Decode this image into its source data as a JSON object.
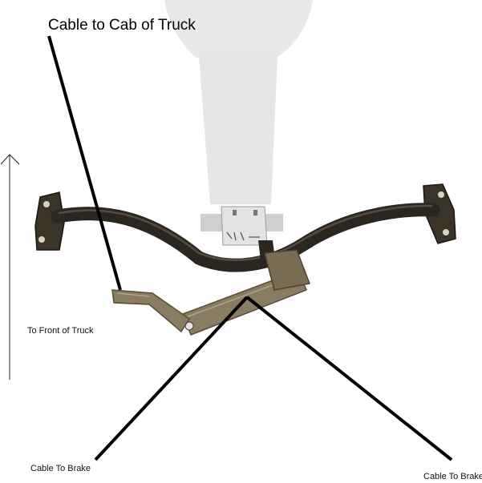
{
  "labels": {
    "cable_to_cab": "Cable to Cab of Truck",
    "to_front": "To Front of Truck",
    "cable_to_brake_left": "Cable To Brake",
    "cable_to_brake_right": "Cable To Brake"
  },
  "colors": {
    "background": "#ffffff",
    "tube": "#2b261f",
    "tube_highlight": "#6f6658",
    "plate": "#8a7b63",
    "plate_edge": "#5a4c38",
    "ghost_arm": "#e8e8e8",
    "leader_line": "#000000",
    "arrow": "#222222"
  },
  "icons": {
    "direction_arrow": "up-arrow-icon"
  }
}
